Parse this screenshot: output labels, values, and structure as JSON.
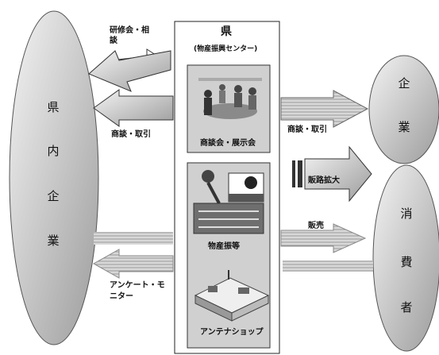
{
  "left_oval": {
    "chars": [
      "県",
      "内",
      "企",
      "業"
    ]
  },
  "right_top_oval": {
    "chars": [
      "企",
      "業"
    ]
  },
  "right_bottom_oval": {
    "chars": [
      "消",
      "費",
      "者"
    ]
  },
  "center": {
    "title": "県",
    "subtitle": "(物産振興センター)",
    "box1_caption": "商談会・展示会",
    "box2_caption": "物産振等",
    "box3_caption": "アンテナショップ"
  },
  "labels": {
    "training": "研修会・相談",
    "left_negotiation": "商談・取引",
    "right_negotiation": "商談・取引",
    "market_expansion": "販路拡大",
    "sales": "販売",
    "survey": "アンケート・モニター"
  },
  "icons": {
    "meeting": "meeting-people-icon",
    "products": "products-icon",
    "shop": "antenna-shop-icon"
  }
}
